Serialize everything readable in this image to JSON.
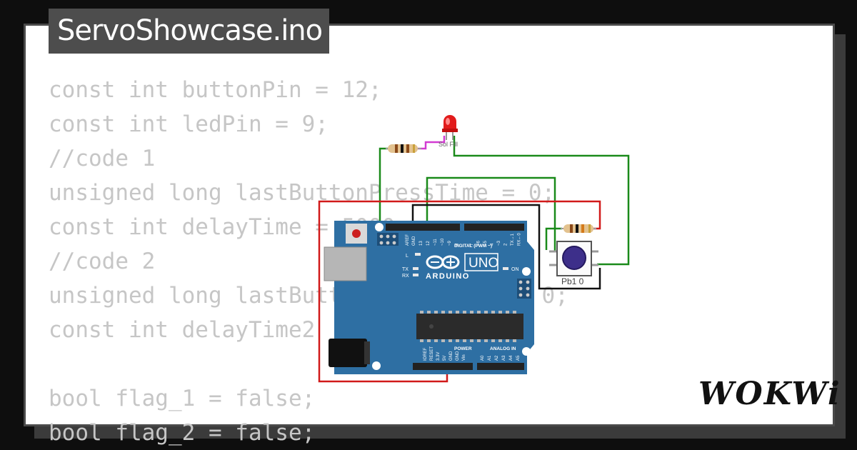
{
  "title": "ServoShowcase.ino",
  "code_lines": [
    "const int buttonPin = 12;",
    "const int ledPin = 9;",
    "//code 1",
    "unsigned long lastButtonPressTime = 0;",
    "const int delayTime = 5000;",
    "//code 2",
    "unsigned long lastButtonPressTime2 = 0;",
    "const int delayTime2",
    "",
    "bool flag_1 = false;",
    "bool flag_2 = false;"
  ],
  "board": {
    "brand": "ARDUINO",
    "model": "UNO",
    "on_label": "ON",
    "digital_label": "DIGITAL (PWM ~)",
    "power_label": "POWER",
    "analog_label": "ANALOG IN",
    "l_label": "L",
    "tx_label": "TX",
    "rx_label": "RX",
    "aref": "AREF",
    "gnd": "GND",
    "digital_pins": [
      "13",
      "12",
      "~11",
      "~10",
      "~9",
      "8",
      "7",
      "~6",
      "~5",
      "4",
      "~3",
      "2",
      "TX→1",
      "RX←0"
    ],
    "power_pins": [
      "IOREF",
      "RESET",
      "3.3V",
      "5V",
      "GND",
      "GND",
      "Vin"
    ],
    "analog_pins": [
      "A0",
      "A1",
      "A2",
      "A3",
      "A4",
      "A5"
    ]
  },
  "led_label": "Sol Fill",
  "button_label": "Pb1 0",
  "logo_text": "WOKWi",
  "colors": {
    "board_blue": "#2e6fa3",
    "wire_green": "#1a8a1a",
    "wire_red": "#d11a1a",
    "wire_black": "#111111",
    "wire_magenta": "#d23bd2",
    "led_red": "#e21b1b",
    "button_cap": "#3d2f8a"
  }
}
